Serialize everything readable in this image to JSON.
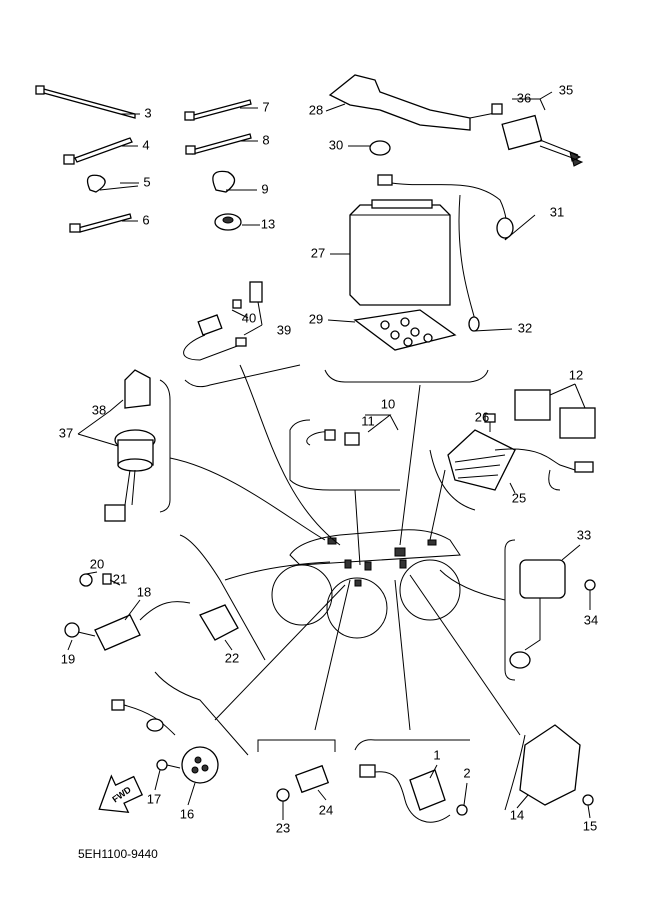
{
  "diagram_code": "5EH1100-9440",
  "fwd_label": "FWD",
  "callouts": [
    "1",
    "2",
    "3",
    "4",
    "5",
    "6",
    "7",
    "8",
    "9",
    "10",
    "11",
    "12",
    "13",
    "14",
    "15",
    "16",
    "17",
    "18",
    "19",
    "20",
    "21",
    "22",
    "23",
    "24",
    "25",
    "26",
    "27",
    "28",
    "29",
    "30",
    "31",
    "32",
    "33",
    "34",
    "35",
    "36",
    "37",
    "38",
    "39",
    "40"
  ],
  "colors": {
    "line": "#000000",
    "background": "#ffffff"
  }
}
